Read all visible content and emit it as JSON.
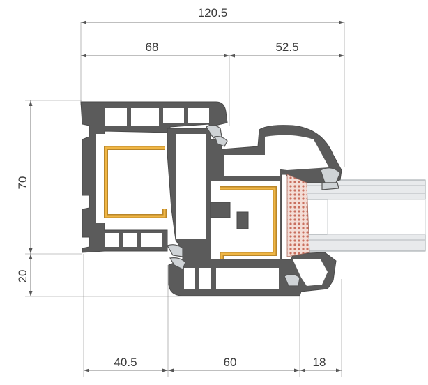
{
  "colors": {
    "profile": "#5b5b5b",
    "steel_reinforcement": "#f0b645",
    "glazing_seal": "#e9c7bf",
    "glass": "#e8eaec"
  },
  "dimensions": {
    "total_width": "120.5",
    "frame_width": "68",
    "sash_overhang": "52.5",
    "total_height": "70",
    "base_height": "20",
    "bottom_left": "40.5",
    "bottom_middle": "60",
    "bottom_right": "18"
  }
}
